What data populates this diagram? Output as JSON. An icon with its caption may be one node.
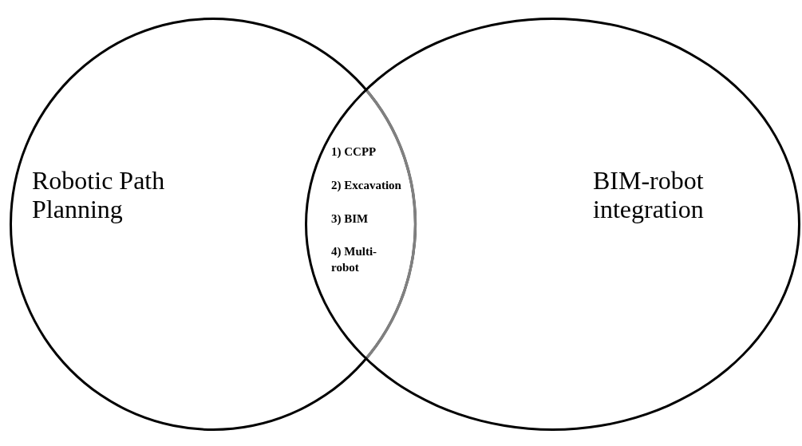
{
  "diagram": {
    "nodes": [
      {
        "text": [
          "Robotic Path Planning"
        ]
      },
      {
        "text": [
          "BIM-robot integration"
        ]
      }
    ],
    "labels": [
      "1) CCPP",
      "2) Excavation",
      "3) BIM",
      "4) Multi-robot"
    ]
  }
}
